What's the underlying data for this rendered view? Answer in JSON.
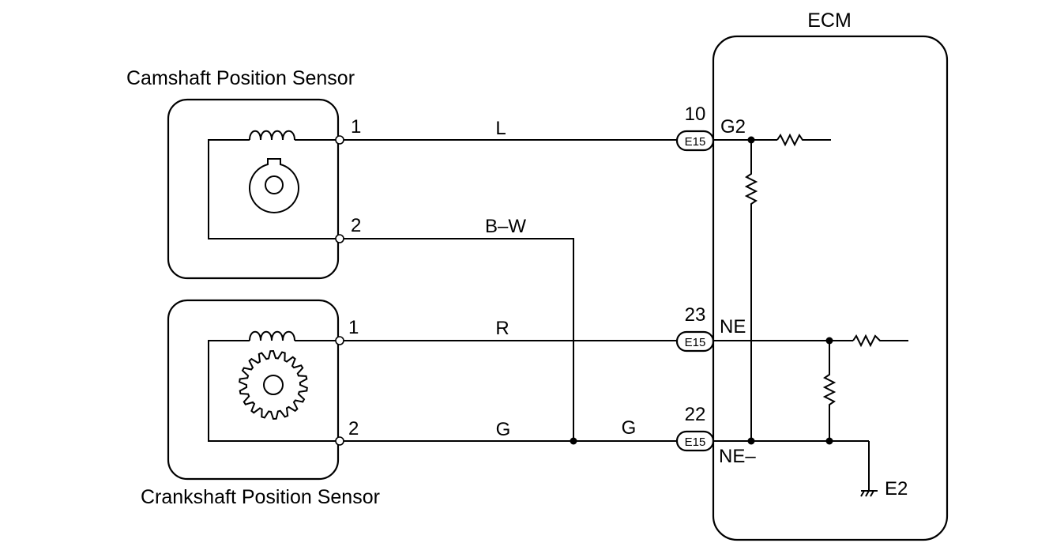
{
  "ecm": {
    "title": "ECM"
  },
  "camshaft_sensor": {
    "label": "Camshaft Position Sensor",
    "pin1": "1",
    "pin2": "2"
  },
  "crankshaft_sensor": {
    "label": "Crankshaft Position Sensor",
    "pin1": "1",
    "pin2": "2"
  },
  "wires": {
    "g2_color": "L",
    "bw_color": "B–W",
    "ne_color": "R",
    "g_color_left": "G",
    "g_color_right": "G"
  },
  "connectors": [
    {
      "pin": "10",
      "code": "E15",
      "terminal": "G2"
    },
    {
      "pin": "23",
      "code": "E15",
      "terminal": "NE"
    },
    {
      "pin": "22",
      "code": "E15",
      "terminal": "NE–"
    }
  ],
  "ground": {
    "label": "E2"
  }
}
